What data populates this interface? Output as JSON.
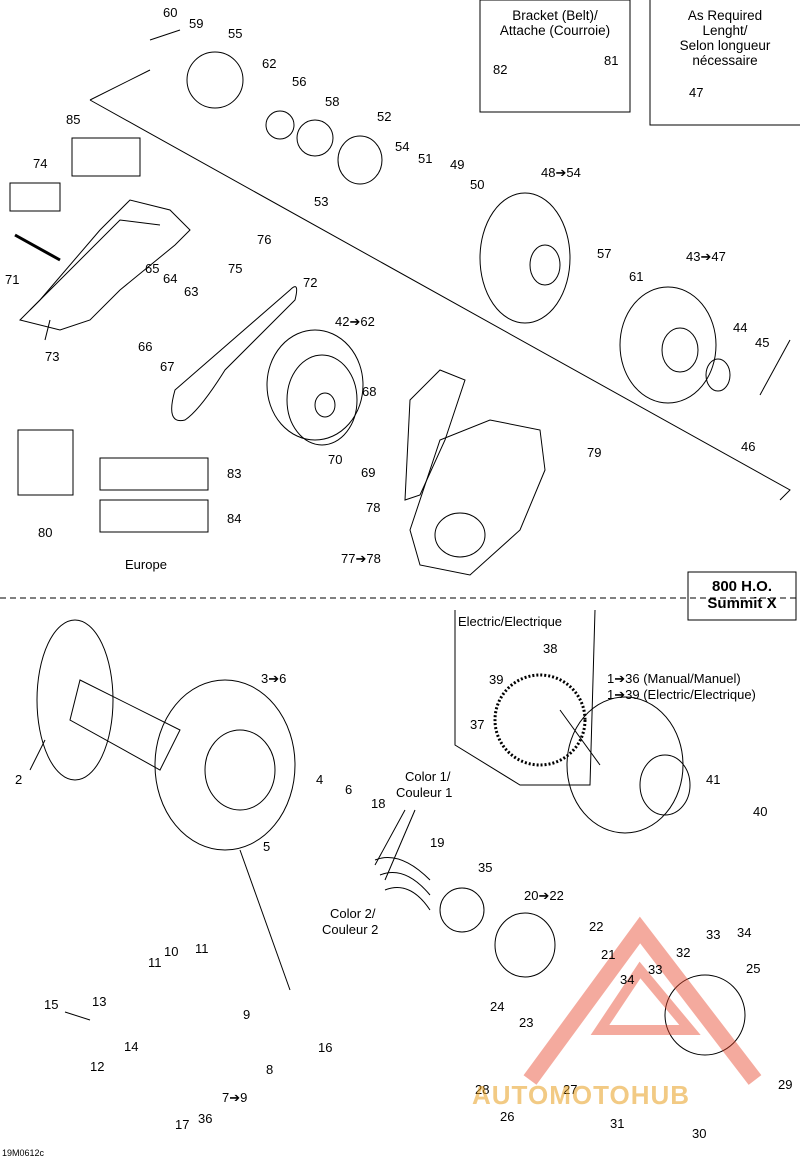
{
  "header_boxes": {
    "bracket": {
      "line1": "Bracket (Belt)/",
      "line2": "Attache (Courroie)"
    },
    "as_required": {
      "line1": "As Required",
      "line2": "Lenght/",
      "line3": "Selon longueur",
      "line4": "nécessaire"
    }
  },
  "model_box": {
    "line1": "800 H.O.",
    "line2": "Summit X"
  },
  "captions": {
    "europe": "Europe",
    "electric": "Electric/Electrique",
    "range_manual": "1➔36 (Manual/Manuel)",
    "range_electric": "1➔39 (Electric/Electrique)",
    "color1_a": "Color 1/",
    "color1_b": "Couleur 1",
    "color2_a": "Color 2/",
    "color2_b": "Couleur 2"
  },
  "labels": {
    "l60": "60",
    "l59": "59",
    "l55": "55",
    "l62": "62",
    "l56": "56",
    "l58": "58",
    "l52": "52",
    "l54": "54",
    "l51": "51",
    "l49": "49",
    "l50": "50",
    "l53": "53",
    "l85": "85",
    "l74": "74",
    "l76": "76",
    "l75": "75",
    "l71": "71",
    "l65": "65",
    "l64": "64",
    "l63": "63",
    "l66": "66",
    "l67": "67",
    "l73": "73",
    "l72": "72",
    "l4262": "42➔62",
    "l4854": "48➔54",
    "l57": "57",
    "l61": "61",
    "l4347": "43➔47",
    "l44": "44",
    "l45": "45",
    "l46": "46",
    "l47": "47",
    "l82": "82",
    "l81": "81",
    "l68": "68",
    "l70": "70",
    "l69": "69",
    "l79": "79",
    "l78": "78",
    "l7778": "77➔78",
    "l80": "80",
    "l83": "83",
    "l84": "84",
    "l38": "38",
    "l39": "39",
    "l37": "37",
    "l36": "3➔6",
    "l2": "2",
    "l4": "4",
    "l6": "6",
    "l18": "18",
    "l5": "5",
    "l19": "19",
    "l35": "35",
    "l2022": "20➔22",
    "l22": "22",
    "l21": "21",
    "l41": "41",
    "l40": "40",
    "l33a": "33",
    "l34a": "34",
    "l32": "32",
    "l33b": "33",
    "l34b": "34",
    "l25": "25",
    "l24": "24",
    "l23": "23",
    "l28": "28",
    "l27": "27",
    "l26": "26",
    "l29": "29",
    "l31": "31",
    "l30": "30",
    "l10": "10",
    "l11a": "11",
    "l11b": "11",
    "l15": "15",
    "l13": "13",
    "l14": "14",
    "l12": "12",
    "l9": "9",
    "l8": "8",
    "l16": "16",
    "l79b": "7➔9",
    "l17": "17",
    "l36b": "36"
  },
  "reference": "19M0612c",
  "watermark": "AUTOMOTOHUB"
}
